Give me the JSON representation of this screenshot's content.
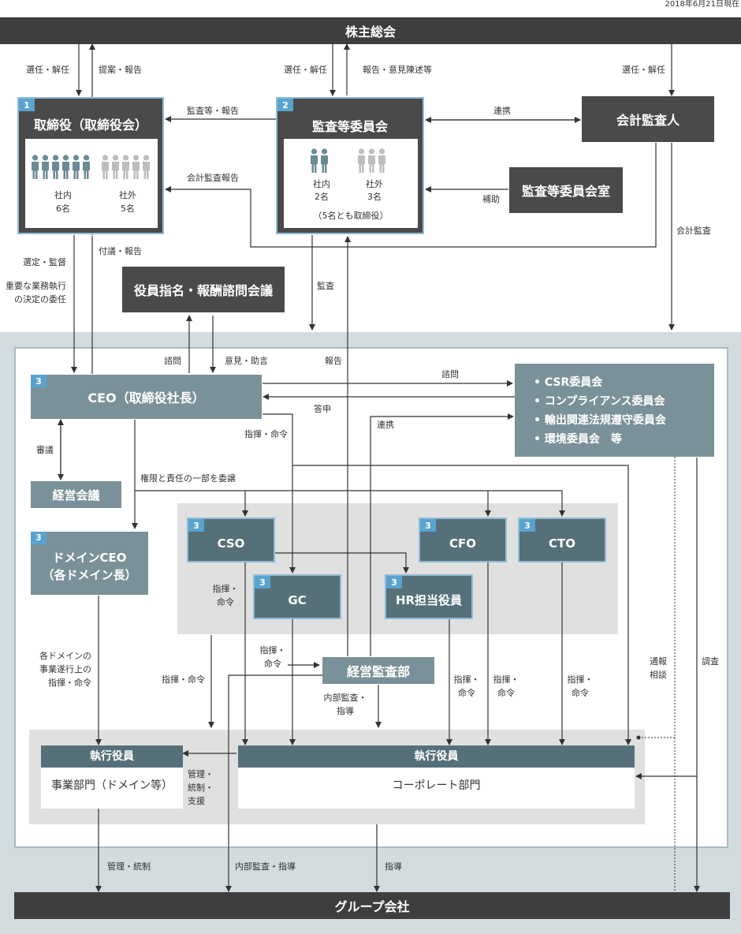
{
  "date": "2018年6月21日現在",
  "shareholders": "株主総会",
  "group_companies": "グループ会社",
  "board": {
    "num": "1",
    "title": "取締役（取締役会）",
    "internal": "社内",
    "internal_count": "6名",
    "external": "社外",
    "external_count": "5名",
    "internal_people": 6,
    "external_people": 5
  },
  "audit_committee": {
    "num": "2",
    "title": "監査等委員会",
    "internal": "社内",
    "internal_count": "2名",
    "external": "社外",
    "external_count": "3名",
    "note": "（5名とも取締役）",
    "internal_people": 2,
    "external_people": 3
  },
  "accounting_auditor": "会計監査人",
  "audit_office": "監査等委員会室",
  "nomination": "役員指名・報酬諮問会議",
  "ceo": {
    "num": "3",
    "title": "CEO（取締役社長）"
  },
  "management_meeting": "経営会議",
  "domain_ceo": {
    "num": "3",
    "line1": "ドメインCEO",
    "line2": "（各ドメイン長）"
  },
  "committees": [
    "• CSR委員会",
    "• コンプライアンス委員会",
    "• 輸出関連法規遵守委員会",
    "• 環境委員会　等"
  ],
  "officers": {
    "cso": {
      "num": "3",
      "label": "CSO"
    },
    "gc": {
      "num": "3",
      "label": "GC"
    },
    "cfo": {
      "num": "3",
      "label": "CFO"
    },
    "cto": {
      "num": "3",
      "label": "CTO"
    },
    "hr": {
      "num": "3",
      "label": "HR担当役員"
    }
  },
  "internal_audit": "経営監査部",
  "exec_business": {
    "header": "執行役員",
    "body": "事業部門（ドメイン等）"
  },
  "exec_corporate": {
    "header": "執行役員",
    "body": "コーポレート部門"
  },
  "labels": {
    "elect1": "選任・解任",
    "propose": "提案・報告",
    "elect2": "選任・解任",
    "report_opinion": "報告・意見陳述等",
    "elect3": "選任・解任",
    "audit_report": "監査等・報告",
    "cooperate1": "連携",
    "acct_audit_report": "会計監査報告",
    "assist": "補助",
    "acct_audit": "会計監査",
    "select_supervise": "選定・監督",
    "delegate_l1": "重要な業務執行",
    "delegate_l2": "の決定の委任",
    "submit_report": "付議・報告",
    "audit": "監査",
    "consult1": "諮問",
    "advice": "意見・助言",
    "report": "報告",
    "consult2": "諮問",
    "answer": "答申",
    "command1": "指揮・命令",
    "cooperate2": "連携",
    "deliberate": "審議",
    "delegate_authority": "権限と責任の一部を委譲",
    "cmd_cso_l1": "指揮・",
    "cmd_cso_l2": "命令",
    "domain_cmd_l1": "各ドメインの",
    "domain_cmd_l2": "事業遂行上の",
    "domain_cmd_l3": "指揮・命令",
    "cmd_left": "指揮・命令",
    "cmd_gc_l1": "指揮・",
    "cmd_gc_l2": "命令",
    "internal_audit_guide_l1": "内部監査・",
    "internal_audit_guide_l2": "指導",
    "cmd_hr_l1": "指揮・",
    "cmd_hr_l2": "命令",
    "cmd_cfo_l1": "指揮・",
    "cmd_cfo_l2": "命令",
    "cmd_cto_l1": "指揮・",
    "cmd_cto_l2": "命令",
    "whistle_l1": "通報",
    "whistle_l2": "相談",
    "investigate": "調査",
    "manage_l1": "管理・",
    "manage_l2": "統制・",
    "manage_l3": "支援",
    "manage_control": "管理・統制",
    "internal_audit_guide2": "内部監査・指導",
    "guidance": "指導"
  },
  "colors": {
    "dark": "#3e3e3e",
    "teal": "#567079",
    "gray_blue": "#7a9199",
    "accent": "#5aa3cf",
    "bg": "#d2dbde"
  }
}
